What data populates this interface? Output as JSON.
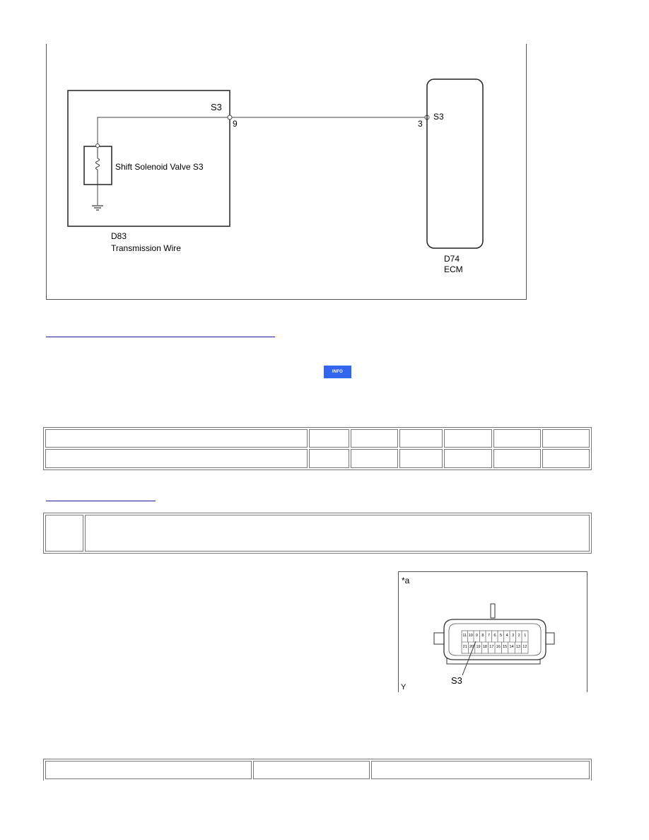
{
  "wiring_diagram": {
    "left_component": {
      "terminal_name": "S3",
      "terminal_pin": "9",
      "label": "Shift Solenoid Valve S3",
      "connector_code": "D83",
      "connector_name": "Transmission Wire"
    },
    "right_component": {
      "terminal_name": "S3",
      "terminal_pin": "3",
      "connector_code": "D74",
      "connector_name": "ECM"
    }
  },
  "info_badge": {
    "label": "INFO",
    "color": "#3366ee"
  },
  "connector_illustration": {
    "corner_label_top": "*a",
    "corner_label_bottom": "Y",
    "pointer_label": "S3",
    "pins_top_row": [
      "11",
      "10",
      "9",
      "8",
      "7",
      "6",
      "5",
      "4",
      "3",
      "2",
      "1"
    ],
    "pins_bottom_row": [
      "21",
      "20",
      "19",
      "18",
      "17",
      "16",
      "15",
      "14",
      "13",
      "12"
    ]
  }
}
